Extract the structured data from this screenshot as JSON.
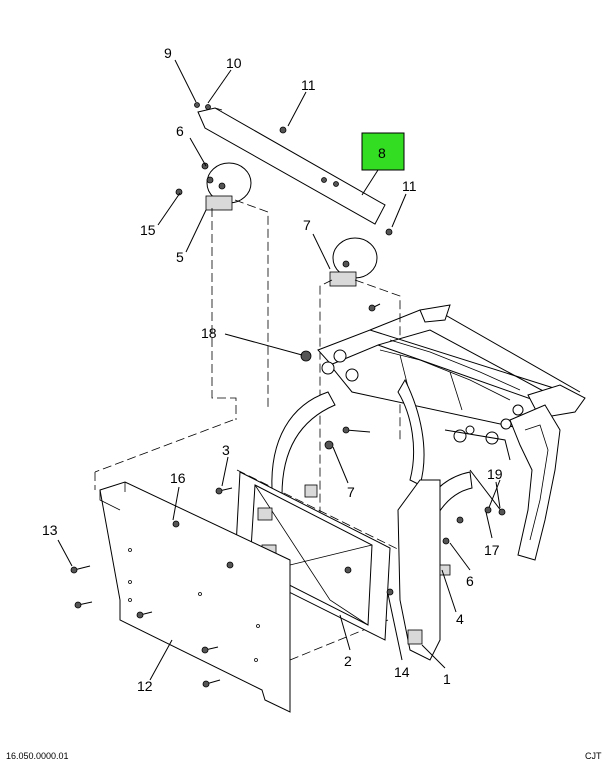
{
  "diagram": {
    "callouts": {
      "c9": "9",
      "c10": "10",
      "c11a": "11",
      "c8": "8",
      "c6a": "6",
      "c11b": "11",
      "c15": "15",
      "c5": "5",
      "c7a": "7",
      "c18": "18",
      "c3": "3",
      "c16": "16",
      "c7b": "7",
      "c19": "19",
      "c13": "13",
      "c17": "17",
      "c6b": "6",
      "c4": "4",
      "c2": "2",
      "c14": "14",
      "c1": "1",
      "c12": "12"
    },
    "highlight_color": "#33dd22",
    "footer_left": "16.050.0000.01",
    "footer_right": "CJT"
  }
}
